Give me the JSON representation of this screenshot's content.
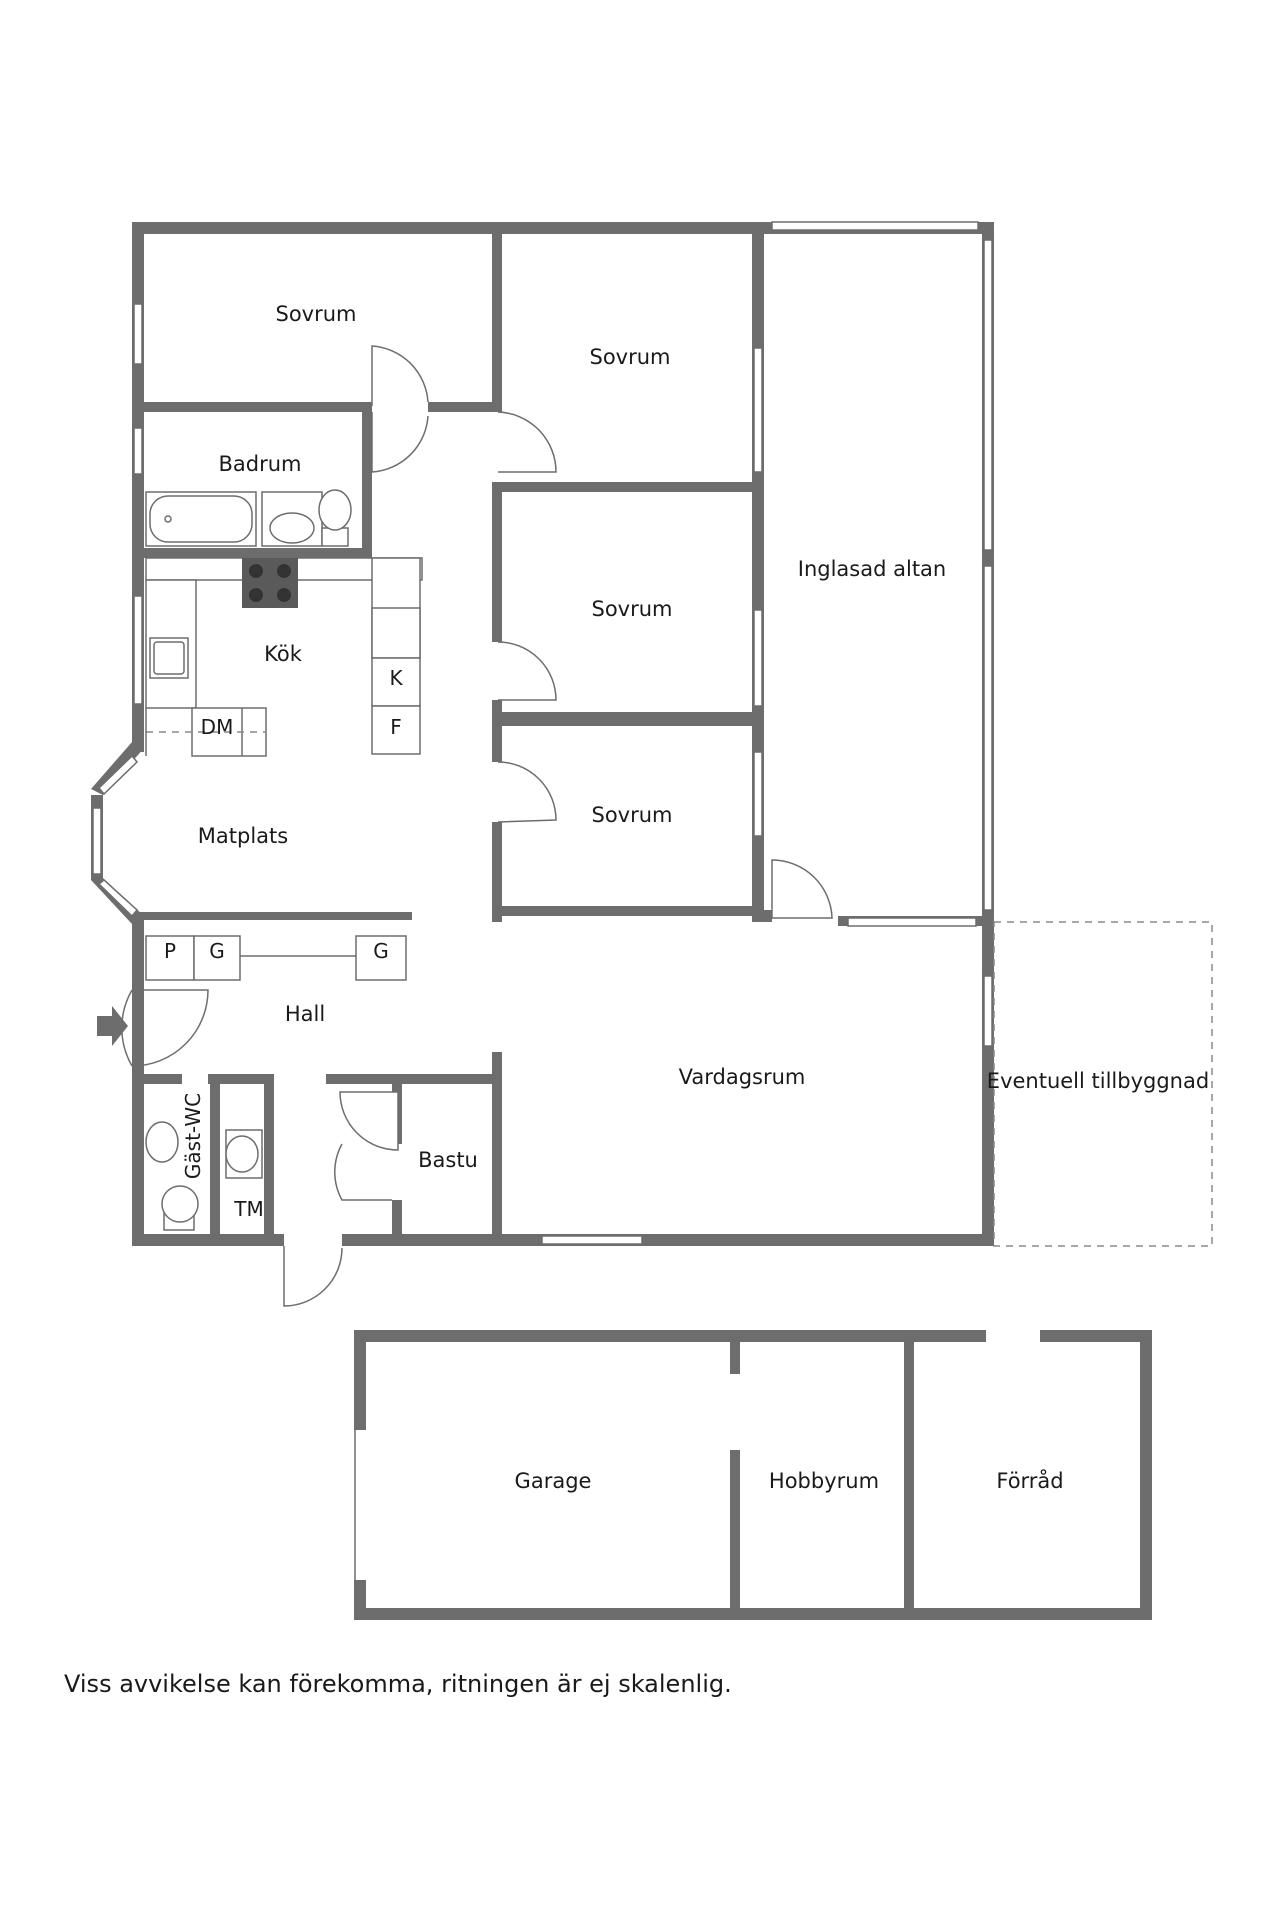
{
  "rooms": {
    "sovrum_1": "Sovrum",
    "sovrum_2": "Sovrum",
    "sovrum_3": "Sovrum",
    "sovrum_4": "Sovrum",
    "badrum": "Badrum",
    "kok": "Kök",
    "matplats": "Matplats",
    "hall": "Hall",
    "gast_wc": "Gäst-WC",
    "tm": "TM",
    "bastu": "Bastu",
    "vardagsrum": "Vardagsrum",
    "inglasad_altan": "Inglasad altan",
    "eventuell_tillbyggnad": "Eventuell tillbyggnad",
    "garage": "Garage",
    "hobbyrum": "Hobbyrum",
    "forrad": "Förråd"
  },
  "fixtures": {
    "k": "K",
    "f": "F",
    "dm": "DM",
    "p": "P",
    "g1": "G",
    "g2": "G"
  },
  "note": "Viss avvikelse kan förekomma, ritningen är ej skalenlig.",
  "colors": {
    "wall": "#6d6d6d",
    "text": "#1a1a1a",
    "background": "#ffffff"
  }
}
